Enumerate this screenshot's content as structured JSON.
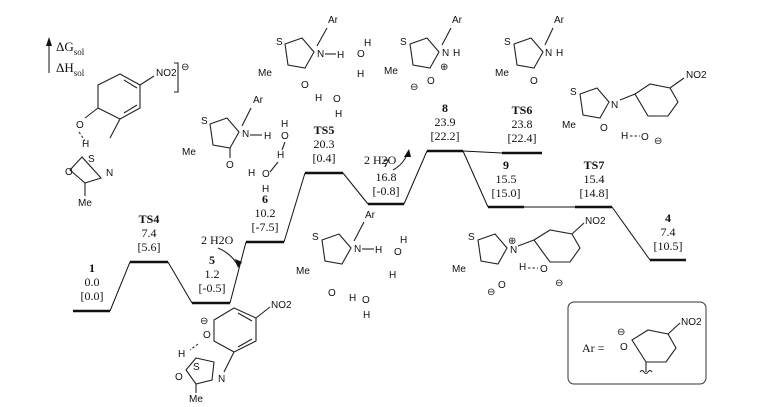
{
  "legend": {
    "line1": "ΔG",
    "line1_sub": "sol",
    "line2": "ΔH",
    "line2_sub": "sol"
  },
  "levels": [
    {
      "name": "1",
      "g": "0.0",
      "h": "[0.0]"
    },
    {
      "name": "TS4",
      "g": "7.4",
      "h": "[5.6]"
    },
    {
      "name": "5",
      "g": "1.2",
      "h": "[-0.5]"
    },
    {
      "name": "6",
      "g": "10.2",
      "h": "[-7.5]"
    },
    {
      "name": "TS5",
      "g": "20.3",
      "h": "[0.4]"
    },
    {
      "name": "7",
      "g": "16.8",
      "h": "[-0.8]"
    },
    {
      "name": "8",
      "g": "23.9",
      "h": "[22.2]"
    },
    {
      "name": "TS6",
      "g": "23.8",
      "h": "[22.4]"
    },
    {
      "name": "9",
      "g": "15.5",
      "h": "[15.0]"
    },
    {
      "name": "TS7",
      "g": "15.4",
      "h": "[14.8]"
    },
    {
      "name": "4",
      "g": "7.4",
      "h": "[10.5]"
    }
  ],
  "water_labels": [
    "2 H2O",
    "2 H2O"
  ],
  "ar_box": {
    "label": "Ar ="
  },
  "chem": {
    "S": "S",
    "N": "N",
    "O": "O",
    "H": "H",
    "Ar": "Ar",
    "Me": "Me",
    "NO2": "NO2",
    "minus": "⊖",
    "plus": "⊕"
  }
}
